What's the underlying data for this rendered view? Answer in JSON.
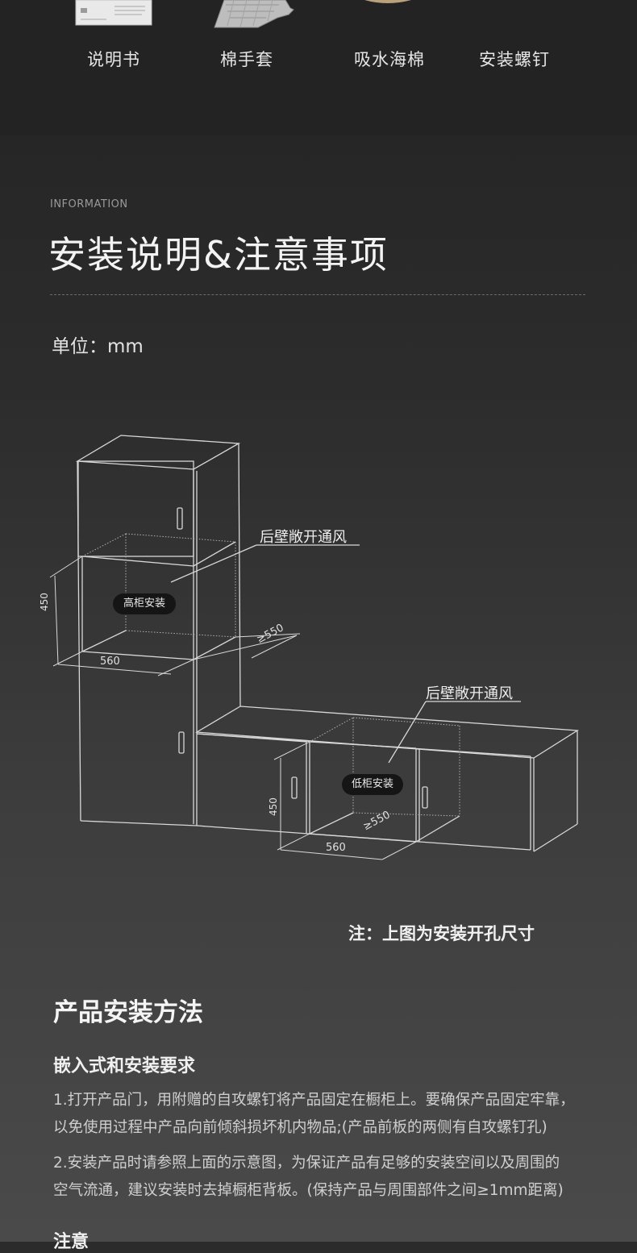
{
  "accessories": [
    {
      "name": "manual-thumbnail",
      "label": "说明书"
    },
    {
      "name": "glove-thumbnail",
      "label": "棉手套"
    },
    {
      "name": "sponge-thumbnail",
      "label": "吸水海棉"
    },
    {
      "name": "screws-thumbnail",
      "label": "安装螺钉"
    }
  ],
  "header": {
    "eyebrow": "INFORMATION",
    "title": "安装说明&注意事项"
  },
  "unit_text": "单位：mm",
  "diagram": {
    "high_vent_label": "后壁敞开通风",
    "high_cabinet_label": "高柜安装",
    "high_height": "450",
    "high_width": "560",
    "high_depth": "≥550",
    "low_vent_label": "后壁敞开通风",
    "low_cabinet_label": "低柜安装",
    "low_height": "450",
    "low_width": "560",
    "low_depth": "≥550"
  },
  "note": "注：上图为安装开孔尺寸",
  "method": {
    "title": "产品安装方法",
    "subtitle": "嵌入式和安装要求",
    "para1_line1": "1.打开产品门，用附赠的自攻螺钉将产品固定在橱柜上。要确保产品固定牢靠，",
    "para1_line2": "以免使用过程中产品向前倾斜损坏机内物品;(产品前板的两侧有自攻螺钉孔)",
    "para2_line1": "2.安装产品时请参照上面的示意图，为保证产品有足够的安装空间以及周围的",
    "para2_line2": "空气流通，建议安装时去掉橱柜背板。(保持产品与周围部件之间≥1mm距离)",
    "notice_title": "注意"
  },
  "colors": {
    "top_band": "#232323",
    "line": "#d8d8d8",
    "badge": "#151515"
  }
}
